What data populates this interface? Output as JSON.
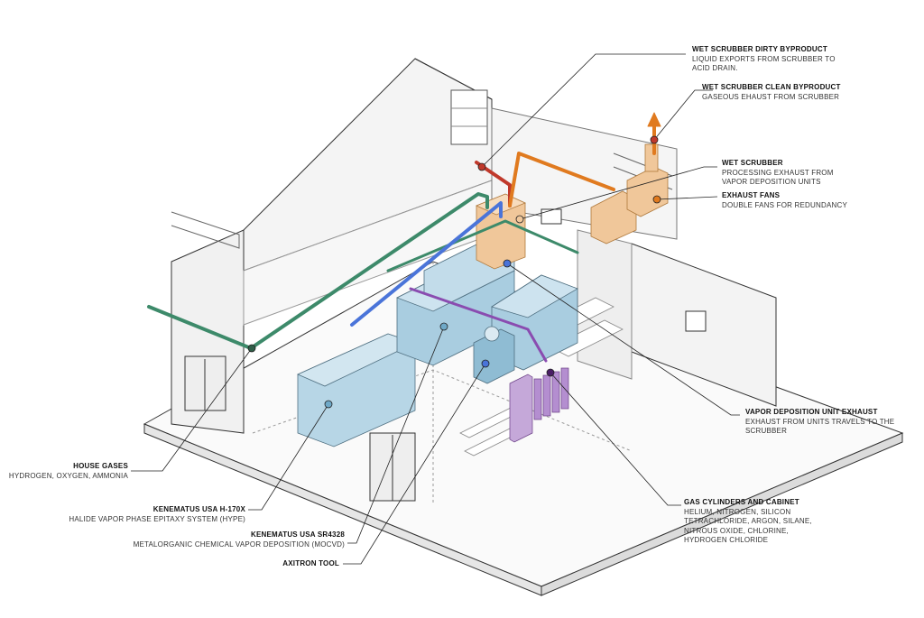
{
  "callouts": {
    "dirty": {
      "title": "WET SCRUBBER DIRTY BYPRODUCT",
      "desc": "LIQUID EXPORTS FROM SCRUBBER TO\nACID DRAIN."
    },
    "clean": {
      "title": "WET SCRUBBER CLEAN BYPRODUCT",
      "desc": "GASEOUS EHAUST FROM SCRUBBER"
    },
    "scrubber": {
      "title": "WET SCRUBBER",
      "desc": "PROCESSING EXHAUST FROM\nVAPOR DEPOSITION UNITS"
    },
    "fans": {
      "title": "EXHAUST FANS",
      "desc": "DOUBLE FANS FOR REDUNDANCY"
    },
    "vdu": {
      "title": "VAPOR DEPOSITION UNIT EXHAUST",
      "desc": "EXHAUST FROM UNITS TRAVELS TO THE\nSCRUBBER"
    },
    "gas": {
      "title": "GAS CYLINDERS AND CABINET",
      "desc": "HELIUM, NITROGEN, SILICON\nTETRACHLORIDE, ARGON, SILANE,\nNITROUS OXIDE, CHLORINE,\nHYDROGEN CHLORIDE"
    },
    "house": {
      "title": "HOUSE GASES",
      "desc": "HYDROGEN, OXYGEN, AMMONIA"
    },
    "h170": {
      "title": "KENEMATUS USA H-170X",
      "desc": "HALIDE VAPOR PHASE EPITAXY SYSTEM (HYPE)"
    },
    "sr4328": {
      "title": "KENEMATUS USA SR4328",
      "desc": "METALORGANIC CHEMICAL VAPOR DEPOSITION (MOCVD)"
    },
    "axitron": {
      "title": "AXITRON TOOL",
      "desc": ""
    }
  },
  "colors": {
    "house_gas": "#3d8a6a",
    "dirty": "#c0392b",
    "clean": "#e07a1f",
    "exhaust_blue": "#4a74d9",
    "gas_purple": "#8a4cb0",
    "equipment": "#9fc7da",
    "scrubber": "#f0c79a"
  }
}
